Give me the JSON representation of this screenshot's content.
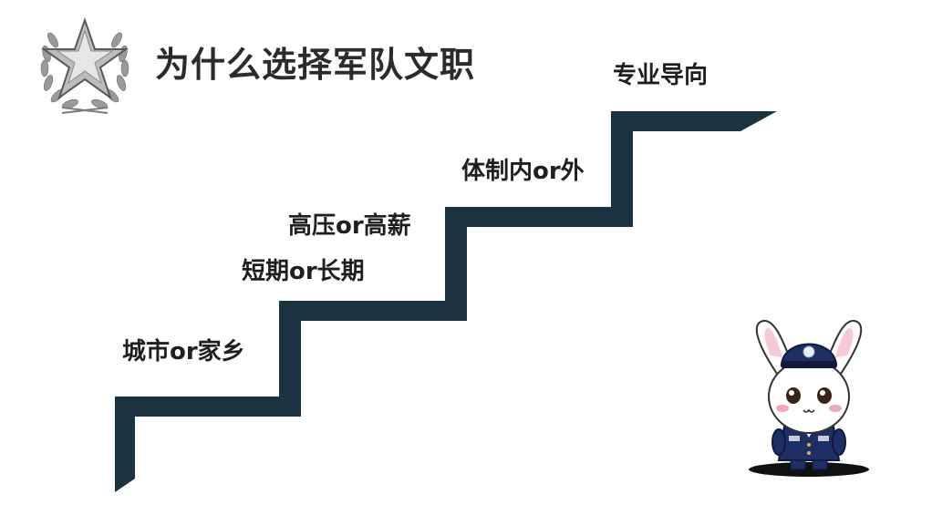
{
  "slide": {
    "title": "为什么选择军队文职",
    "steps": [
      {
        "label": "城市or家乡"
      },
      {
        "label": "短期or长期"
      },
      {
        "label": "高压or高薪"
      },
      {
        "label": "体制内or外"
      },
      {
        "label": "专业导向"
      }
    ]
  },
  "colors": {
    "stair": "#1b3240",
    "title_text": "#2b2b2b",
    "mascot_uniform": "#1e2f66"
  },
  "icons": {
    "emblem": "star-laurel-emblem-icon",
    "mascot": "bunny-soldier-mascot"
  }
}
